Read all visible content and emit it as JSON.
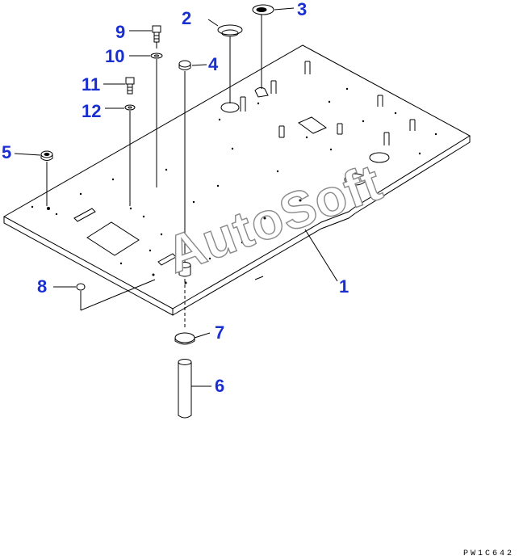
{
  "callouts": {
    "c1": "1",
    "c2": "2",
    "c3": "3",
    "c4": "4",
    "c5": "5",
    "c6": "6",
    "c7": "7",
    "c8": "8",
    "c9": "9",
    "c10": "10",
    "c11": "11",
    "c12": "12"
  },
  "watermark": "AutoSoft",
  "drawing_code": "PW1C642",
  "colors": {
    "callout": "#1a2fd0",
    "line": "#000000",
    "watermark_outline": "#8a8a8a"
  }
}
